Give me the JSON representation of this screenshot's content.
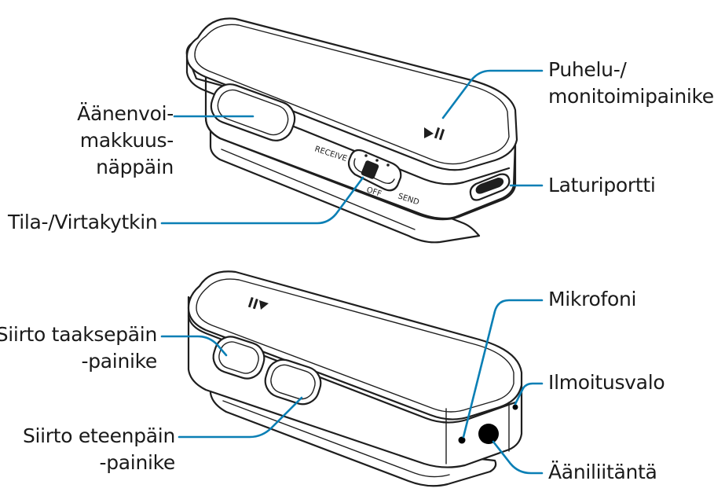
{
  "top_device": {
    "labels": {
      "volume": [
        "Äänenvoi-",
        "makkuus-",
        "näppäin"
      ],
      "mode_switch": "Tila-/Virtakytkin",
      "call_button": [
        "Puhelu-/",
        "monitoimipainike"
      ],
      "charger_port": "Laturiportti"
    },
    "switch_text": {
      "receive": "RECEIVE",
      "off": "OFF",
      "send": "SEND"
    }
  },
  "bottom_device": {
    "labels": {
      "prev_button": [
        "Siirto taaksepäin",
        "-painike"
      ],
      "next_button": [
        "Siirto eteenpäin",
        "-painike"
      ],
      "microphone": "Mikrofoni",
      "indicator": "Ilmoitusvalo",
      "audio_jack": "Ääniliitäntä"
    }
  },
  "colors": {
    "leader": "#0a7fb5",
    "outline": "#1e1e1e",
    "text": "#1a1a1a"
  },
  "icons": {
    "top_play_pause": "play-pause-icon",
    "bottom_play_pause": "play-pause-icon"
  }
}
